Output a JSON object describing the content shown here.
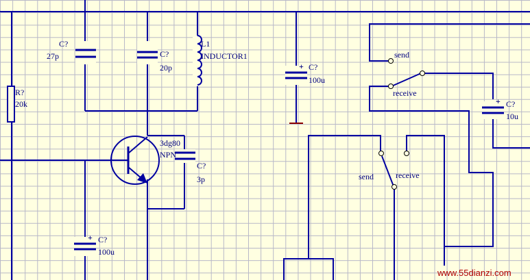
{
  "colors": {
    "background": "#FFFFE1",
    "grid": "#B8B8C8",
    "wire": "#0000A0",
    "label": "#000080",
    "ground": "#8B0000",
    "watermark": "#B00000"
  },
  "labels": {
    "c27_ref": "C?",
    "c27_val": "27p",
    "c20_ref": "C?",
    "c20_val": "20p",
    "l1_ref": "L1",
    "l1_val": "INDUCTOR1",
    "c100a_ref": "C?",
    "c100a_val": "100u",
    "r_ref": "R?",
    "r_val": "20k",
    "q_part": "3dg80",
    "q_type": "NPN",
    "c3_ref": "C?",
    "c3_val": "3p",
    "c100b_ref": "C?",
    "c100b_val": "100u",
    "c10_ref": "C?",
    "c10_val": "10u",
    "sw1_send": "send",
    "sw1_receive": "receive",
    "sw2_send": "send",
    "sw2_receive": "receive",
    "plus": "+"
  },
  "watermark": "www.55dianzi.com"
}
